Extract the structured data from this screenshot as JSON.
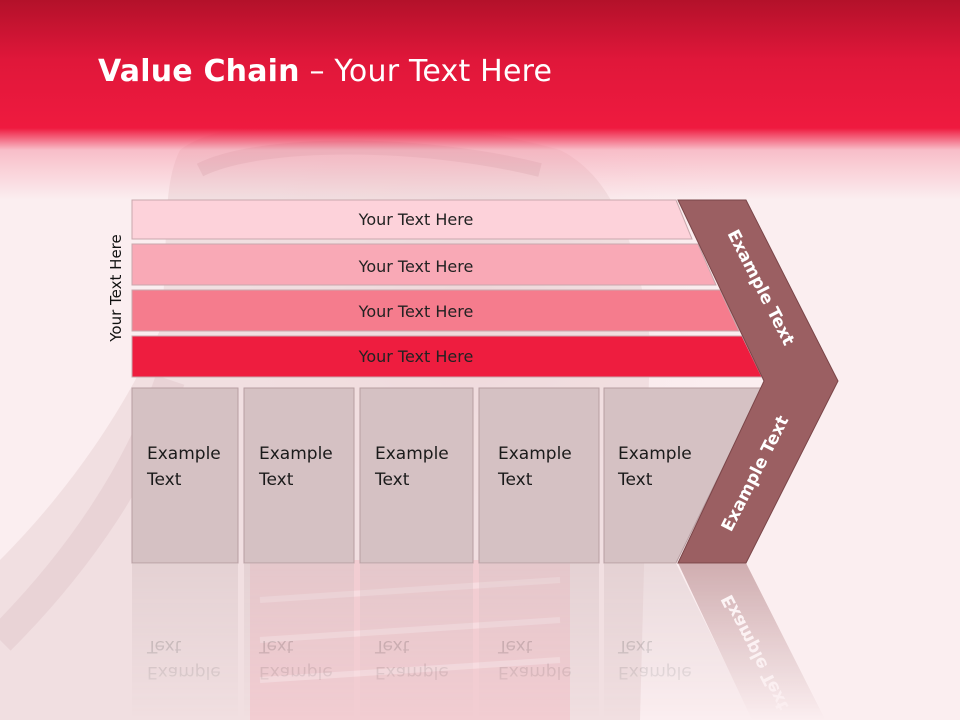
{
  "slide": {
    "title_bold": "Value Chain",
    "title_rest": " – Your Text Here"
  },
  "diagram": {
    "side_label": "Your Text Here",
    "bars": [
      {
        "label": "Your Text Here",
        "color": "#fdd2da"
      },
      {
        "label": "Your Text Here",
        "color": "#f9a9b6"
      },
      {
        "label": "Your Text Here",
        "color": "#f57c8d"
      },
      {
        "label": "Your Text Here",
        "color": "#ee1d3f"
      }
    ],
    "columns": [
      {
        "line1": "Example",
        "line2": "Text"
      },
      {
        "line1": "Example",
        "line2": "Text"
      },
      {
        "line1": "Example",
        "line2": "Text"
      },
      {
        "line1": "Example",
        "line2": "Text"
      },
      {
        "line1": "Example",
        "line2": "Text"
      }
    ],
    "chevron_upper": "Example Text",
    "chevron_lower": "Example Text",
    "colors": {
      "header": "#e0173a",
      "column_fill": "#d5c1c3",
      "chevron_fill": "#9b5f62"
    }
  }
}
